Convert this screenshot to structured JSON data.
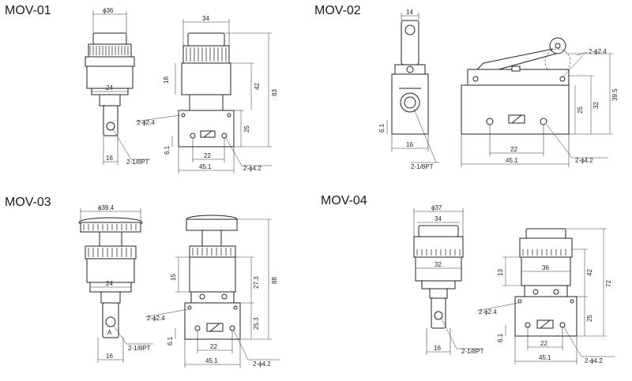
{
  "titles": {
    "mov01": "MOV-01",
    "mov02": "MOV-02",
    "mov03": "MOV-03",
    "mov04": "MOV-04"
  },
  "mov01": {
    "diam_top": "ϕ36",
    "width_34": "34",
    "w24": "24",
    "h18": "18",
    "h42": "42",
    "h83": "83",
    "h25": "25",
    "port_small": "2-ϕ2.4",
    "h61": "6.1",
    "w22": "22",
    "w451": "45.1",
    "w16": "16",
    "pt": "2-1/8PT",
    "port_large": "2-ϕ4.2"
  },
  "mov02": {
    "w14": "14",
    "port_small": "2-ϕ2.4",
    "h32": "32",
    "h395": "39.5",
    "h25": "25",
    "h61": "6.1",
    "w16": "16",
    "w22": "22",
    "pt": "2-1/8PT",
    "w451": "45.1",
    "port_large": "2-ϕ4.2"
  },
  "mov03": {
    "diam_top": "ϕ39.4",
    "w24": "24",
    "h15": "15",
    "h273": "27.3",
    "h88": "88",
    "port_small": "2-ϕ2.4",
    "h253": "25.3",
    "port_a": "A",
    "pt": "2-1/8PT",
    "h61": "6.1",
    "w22": "22",
    "w16": "16",
    "w451": "45.1",
    "port_large": "2-ϕ4.2"
  },
  "mov04": {
    "diam_top": "ϕ37",
    "w34": "34",
    "w32": "32",
    "w36": "36",
    "h13": "13",
    "h42": "42",
    "h72": "72",
    "port_small": "2-ϕ2.4",
    "h25": "25",
    "h61": "6.1",
    "w16": "16",
    "pt": "2-1/8PT",
    "w22": "22",
    "w451": "45.1",
    "port_large": "2-ϕ4.2"
  }
}
